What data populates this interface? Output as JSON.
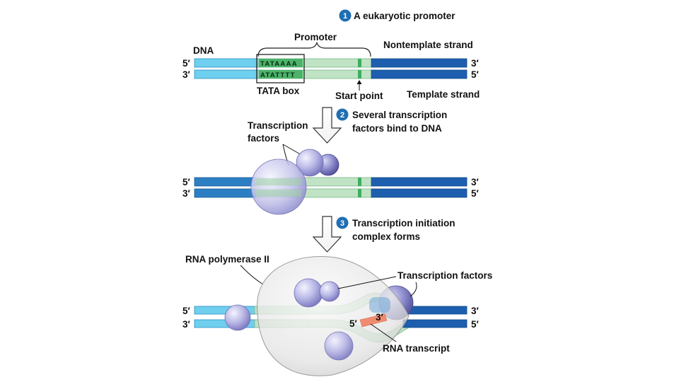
{
  "step1": {
    "number": "1",
    "title": "A eukaryotic promoter"
  },
  "step2": {
    "number": "2",
    "title_line1": "Several transcription",
    "title_line2": "factors bind to DNA"
  },
  "step3": {
    "number": "3",
    "title_line1": "Transcription initiation",
    "title_line2": "complex forms"
  },
  "labels": {
    "dna": "DNA",
    "promoter": "Promoter",
    "nontemplate_strand": "Nontemplate strand",
    "template_strand": "Template strand",
    "tata_box": "TATA box",
    "start_point": "Start point",
    "transcription_factors_line1": "Transcription",
    "transcription_factors_line2": "factors",
    "rna_polymerase": "RNA polymerase II",
    "transcription_factors": "Transcription factors",
    "rna_transcript": "RNA transcript"
  },
  "sequence": {
    "top": "TATAAAA",
    "bottom": "ATATTTT"
  },
  "ends": {
    "five_prime": "5′",
    "three_prime": "3′"
  },
  "colors": {
    "light_blue_strand": "#6fcfee",
    "dark_blue_strand": "#1d5fae",
    "promoter_green": "#bfe3c4",
    "tata_green": "#4bb36a",
    "start_marker": "#3fae5f",
    "protein_lavender": "#b7b6e2",
    "polymerase_gray": "#e6e6e6",
    "rna_orange": "#ef8c70",
    "step_badge_blue": "#1f6fb2"
  }
}
